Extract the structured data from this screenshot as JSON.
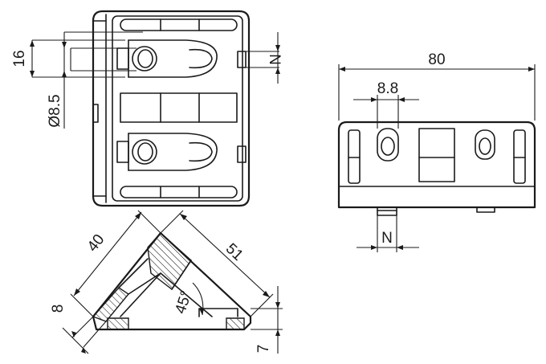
{
  "drawing": {
    "top_view": {
      "dim_height": "16",
      "dim_diameter": "Ø8.5",
      "dim_slot": "N"
    },
    "front_view": {
      "dim_width": "80",
      "dim_hole_spacing": "8.8",
      "dim_slot": "N"
    },
    "corner_view": {
      "dim_leg": "40",
      "dim_hyp": "51",
      "dim_thickness": "8",
      "dim_angle": "45°",
      "dim_height": "7"
    }
  }
}
